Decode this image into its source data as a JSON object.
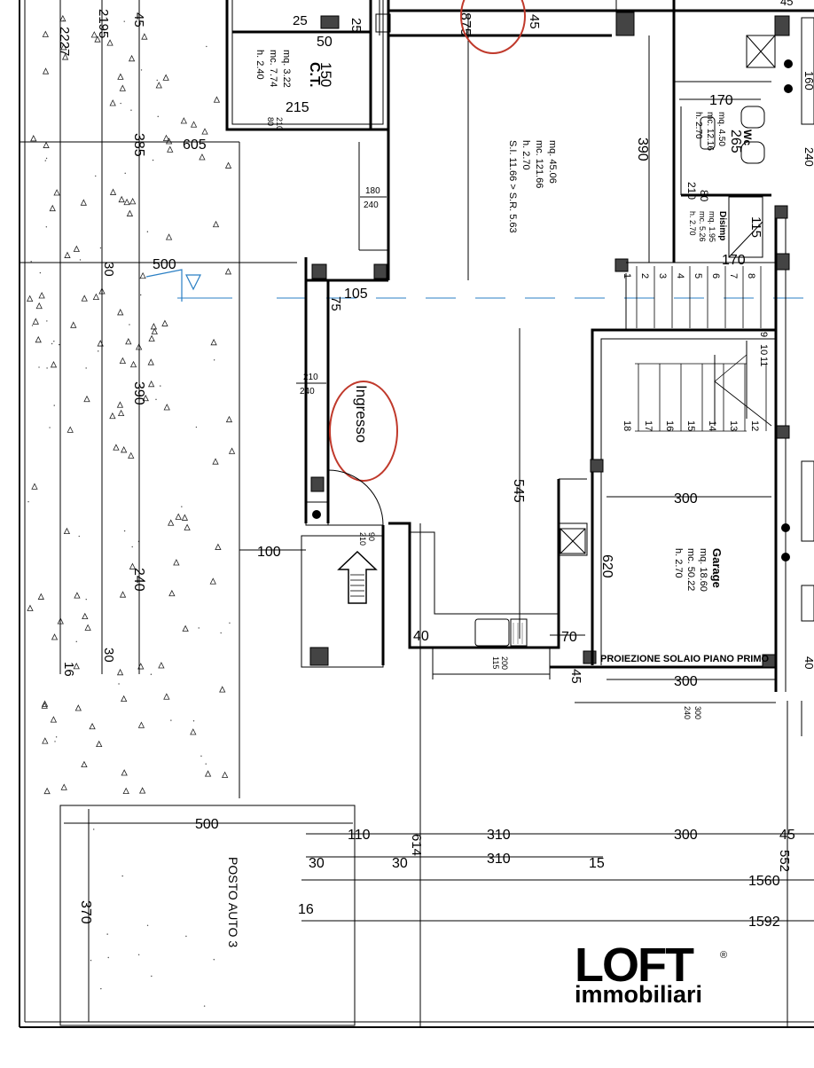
{
  "colors": {
    "ink": "#000000",
    "circle": "#c0392b",
    "axis": "#2a7fc4",
    "brand": "#000000"
  },
  "rooms": {
    "ct": {
      "name": "C.T.",
      "mq": "mq. 3.22",
      "mc": "mc. 7.74",
      "h": "h.  2.40"
    },
    "soggiorno": {
      "mq": "mq. 45.06",
      "mc": "mc. 121.66",
      "h": "h.  2.70",
      "sl": "S.I. 11.66 > S.R. 5.63"
    },
    "wc": {
      "name": "Wc",
      "mq": "mq. 4.50",
      "mc": "mc. 12.16",
      "h": "h.  2.70"
    },
    "disimp": {
      "name": "Disimp",
      "mq": "mq. 1.95",
      "mc": "mc. 5.26",
      "h": "h.  2.70"
    },
    "garage": {
      "name": "Garage",
      "mq": "mq. 18.60",
      "mc": "mc. 50.22",
      "h": "h.  2.70"
    },
    "posto_auto": {
      "name": "POSTO AUTO 3"
    }
  },
  "labels": {
    "ingresso": "Ingresso",
    "proiezione": "PROIEZIONE SOLAIO PIANO PRIMO"
  },
  "dims": {
    "d2227": "2227",
    "d2195": "2195",
    "d45a": "45",
    "d385": "385",
    "d605": "605",
    "d30a": "30",
    "d500a": "500",
    "d390a": "390",
    "d240a": "240",
    "d30b": "30",
    "d16a": "16",
    "d25a": "25",
    "d50": "50",
    "d25b": "25",
    "d150": "150",
    "d215": "215",
    "d210a": "210",
    "d80a": "80",
    "d875": "875",
    "d45b": "45",
    "d390b": "390",
    "d170a": "170",
    "d265": "265",
    "d210b": "210",
    "d80b": "80",
    "d115": "115",
    "d170b": "170",
    "d180": "180",
    "d240b": "240",
    "d105": "105",
    "d75": "75",
    "d210c": "210",
    "d240c": "240",
    "d545": "545",
    "d90": "90",
    "d210d": "210",
    "d100": "100",
    "d40": "40",
    "d200": "200",
    "d115b": "115",
    "d70": "70",
    "d45c": "45",
    "d620": "620",
    "d300a": "300",
    "d300b": "300",
    "d300c": "300",
    "d240d": "240",
    "d500b": "500",
    "d370": "370",
    "d110": "110",
    "d614": "614",
    "d310a": "310",
    "d300d": "300",
    "d45d": "45",
    "d30c": "30",
    "d30d": "30",
    "d310b": "310",
    "d15": "15",
    "d552": "552",
    "d1560": "1560",
    "d16b": "16",
    "d1592": "1592"
  },
  "stairs": {
    "upper": [
      "1",
      "2",
      "3",
      "4",
      "5",
      "6",
      "7",
      "8"
    ],
    "mid": [
      "9",
      "10",
      "11"
    ],
    "lower": [
      "18",
      "17",
      "16",
      "15",
      "14",
      "13",
      "12"
    ]
  },
  "partial_right": [
    "45",
    "160",
    "240",
    "40"
  ],
  "brand": {
    "word1": "LOFT",
    "mark": "®",
    "word2": "immobiliari"
  }
}
